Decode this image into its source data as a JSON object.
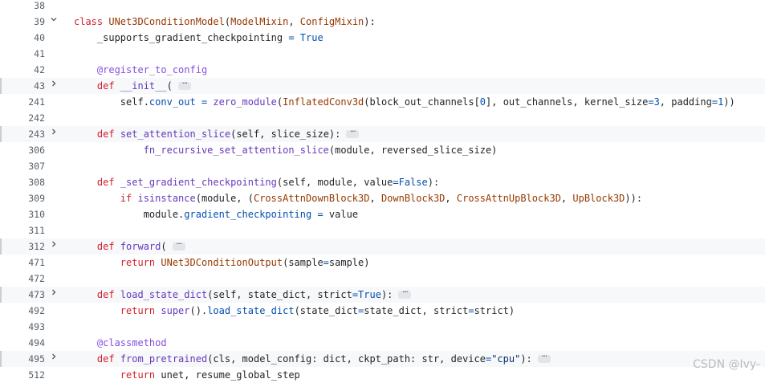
{
  "watermark": "CSDN @Ivy-",
  "icons": {
    "fold_expanded": "chevron-down-icon",
    "fold_collapsed": "chevron-right-icon",
    "folded_ellipsis": "ellipsis-icon"
  },
  "lines": [
    {
      "n": "38",
      "fold": "",
      "folded": false,
      "tokens": []
    },
    {
      "n": "39",
      "fold": "down",
      "folded": false,
      "tokens": [
        {
          "t": "class ",
          "c": "kw"
        },
        {
          "t": "UNet3DConditionModel",
          "c": "def"
        },
        {
          "t": "(",
          "c": "plain"
        },
        {
          "t": "ModelMixin",
          "c": "def"
        },
        {
          "t": ", ",
          "c": "plain"
        },
        {
          "t": "ConfigMixin",
          "c": "def"
        },
        {
          "t": "):",
          "c": "plain"
        }
      ]
    },
    {
      "n": "40",
      "fold": "",
      "folded": false,
      "tokens": [
        {
          "t": "    _supports_gradient_checkpointing ",
          "c": "plain"
        },
        {
          "t": "=",
          "c": "cst"
        },
        {
          "t": " ",
          "c": "plain"
        },
        {
          "t": "True",
          "c": "cst"
        }
      ]
    },
    {
      "n": "41",
      "fold": "",
      "folded": false,
      "tokens": []
    },
    {
      "n": "42",
      "fold": "",
      "folded": false,
      "tokens": [
        {
          "t": "    ",
          "c": "plain"
        },
        {
          "t": "@register_to_config",
          "c": "dec"
        }
      ]
    },
    {
      "n": "43",
      "fold": "right",
      "folded": true,
      "tokens": [
        {
          "t": "    ",
          "c": "plain"
        },
        {
          "t": "def ",
          "c": "kw"
        },
        {
          "t": "__init__",
          "c": "fn"
        },
        {
          "t": "(",
          "c": "plain"
        }
      ]
    },
    {
      "n": "241",
      "fold": "",
      "folded": false,
      "tokens": [
        {
          "t": "        self.",
          "c": "plain"
        },
        {
          "t": "conv_out",
          "c": "cst"
        },
        {
          "t": " ",
          "c": "plain"
        },
        {
          "t": "=",
          "c": "cst"
        },
        {
          "t": " ",
          "c": "plain"
        },
        {
          "t": "zero_module",
          "c": "fn"
        },
        {
          "t": "(",
          "c": "plain"
        },
        {
          "t": "InflatedConv3d",
          "c": "def"
        },
        {
          "t": "(block_out_channels[",
          "c": "plain"
        },
        {
          "t": "0",
          "c": "cst"
        },
        {
          "t": "], out_channels, kernel_size",
          "c": "plain"
        },
        {
          "t": "=",
          "c": "cst"
        },
        {
          "t": "3",
          "c": "cst"
        },
        {
          "t": ", padding",
          "c": "plain"
        },
        {
          "t": "=",
          "c": "cst"
        },
        {
          "t": "1",
          "c": "cst"
        },
        {
          "t": "))",
          "c": "plain"
        }
      ]
    },
    {
      "n": "242",
      "fold": "",
      "folded": false,
      "tokens": []
    },
    {
      "n": "243",
      "fold": "right",
      "folded": true,
      "tokens": [
        {
          "t": "    ",
          "c": "plain"
        },
        {
          "t": "def ",
          "c": "kw"
        },
        {
          "t": "set_attention_slice",
          "c": "fn"
        },
        {
          "t": "(self, slice_size):",
          "c": "plain"
        }
      ]
    },
    {
      "n": "306",
      "fold": "",
      "folded": false,
      "tokens": [
        {
          "t": "            ",
          "c": "plain"
        },
        {
          "t": "fn_recursive_set_attention_slice",
          "c": "fn"
        },
        {
          "t": "(module, reversed_slice_size)",
          "c": "plain"
        }
      ]
    },
    {
      "n": "307",
      "fold": "",
      "folded": false,
      "tokens": []
    },
    {
      "n": "308",
      "fold": "",
      "folded": false,
      "tokens": [
        {
          "t": "    ",
          "c": "plain"
        },
        {
          "t": "def ",
          "c": "kw"
        },
        {
          "t": "_set_gradient_checkpointing",
          "c": "fn"
        },
        {
          "t": "(self, module, value",
          "c": "plain"
        },
        {
          "t": "=",
          "c": "cst"
        },
        {
          "t": "False",
          "c": "cst"
        },
        {
          "t": "):",
          "c": "plain"
        }
      ]
    },
    {
      "n": "309",
      "fold": "",
      "folded": false,
      "tokens": [
        {
          "t": "        ",
          "c": "plain"
        },
        {
          "t": "if ",
          "c": "kw"
        },
        {
          "t": "isinstance",
          "c": "fn"
        },
        {
          "t": "(module, (",
          "c": "plain"
        },
        {
          "t": "CrossAttnDownBlock3D",
          "c": "def"
        },
        {
          "t": ", ",
          "c": "plain"
        },
        {
          "t": "DownBlock3D",
          "c": "def"
        },
        {
          "t": ", ",
          "c": "plain"
        },
        {
          "t": "CrossAttnUpBlock3D",
          "c": "def"
        },
        {
          "t": ", ",
          "c": "plain"
        },
        {
          "t": "UpBlock3D",
          "c": "def"
        },
        {
          "t": ")):",
          "c": "plain"
        }
      ]
    },
    {
      "n": "310",
      "fold": "",
      "folded": false,
      "tokens": [
        {
          "t": "            module.",
          "c": "plain"
        },
        {
          "t": "gradient_checkpointing",
          "c": "cst"
        },
        {
          "t": " ",
          "c": "plain"
        },
        {
          "t": "=",
          "c": "cst"
        },
        {
          "t": " value",
          "c": "plain"
        }
      ]
    },
    {
      "n": "311",
      "fold": "",
      "folded": false,
      "tokens": []
    },
    {
      "n": "312",
      "fold": "right",
      "folded": true,
      "tokens": [
        {
          "t": "    ",
          "c": "plain"
        },
        {
          "t": "def ",
          "c": "kw"
        },
        {
          "t": "forward",
          "c": "fn"
        },
        {
          "t": "(",
          "c": "plain"
        }
      ]
    },
    {
      "n": "471",
      "fold": "",
      "folded": false,
      "tokens": [
        {
          "t": "        ",
          "c": "plain"
        },
        {
          "t": "return ",
          "c": "kw"
        },
        {
          "t": "UNet3DConditionOutput",
          "c": "def"
        },
        {
          "t": "(sample",
          "c": "plain"
        },
        {
          "t": "=",
          "c": "cst"
        },
        {
          "t": "sample)",
          "c": "plain"
        }
      ]
    },
    {
      "n": "472",
      "fold": "",
      "folded": false,
      "tokens": []
    },
    {
      "n": "473",
      "fold": "right",
      "folded": true,
      "tokens": [
        {
          "t": "    ",
          "c": "plain"
        },
        {
          "t": "def ",
          "c": "kw"
        },
        {
          "t": "load_state_dict",
          "c": "fn"
        },
        {
          "t": "(self, state_dict, strict",
          "c": "plain"
        },
        {
          "t": "=",
          "c": "cst"
        },
        {
          "t": "True",
          "c": "cst"
        },
        {
          "t": "):",
          "c": "plain"
        }
      ]
    },
    {
      "n": "492",
      "fold": "",
      "folded": false,
      "tokens": [
        {
          "t": "        ",
          "c": "plain"
        },
        {
          "t": "return ",
          "c": "kw"
        },
        {
          "t": "super",
          "c": "fn"
        },
        {
          "t": "().",
          "c": "plain"
        },
        {
          "t": "load_state_dict",
          "c": "cst"
        },
        {
          "t": "(state_dict",
          "c": "plain"
        },
        {
          "t": "=",
          "c": "cst"
        },
        {
          "t": "state_dict, strict",
          "c": "plain"
        },
        {
          "t": "=",
          "c": "cst"
        },
        {
          "t": "strict)",
          "c": "plain"
        }
      ]
    },
    {
      "n": "493",
      "fold": "",
      "folded": false,
      "tokens": []
    },
    {
      "n": "494",
      "fold": "",
      "folded": false,
      "tokens": [
        {
          "t": "    ",
          "c": "plain"
        },
        {
          "t": "@classmethod",
          "c": "dec"
        }
      ]
    },
    {
      "n": "495",
      "fold": "right",
      "folded": true,
      "tokens": [
        {
          "t": "    ",
          "c": "plain"
        },
        {
          "t": "def ",
          "c": "kw"
        },
        {
          "t": "from_pretrained",
          "c": "fn"
        },
        {
          "t": "(cls, model_config: dict, ckpt_path: str, device",
          "c": "plain"
        },
        {
          "t": "=",
          "c": "cst"
        },
        {
          "t": "\"cpu\"",
          "c": "str"
        },
        {
          "t": "):",
          "c": "plain"
        }
      ]
    },
    {
      "n": "512",
      "fold": "",
      "folded": false,
      "tokens": [
        {
          "t": "        ",
          "c": "plain"
        },
        {
          "t": "return ",
          "c": "kw"
        },
        {
          "t": "unet, resume_global_step",
          "c": "plain"
        }
      ]
    }
  ]
}
